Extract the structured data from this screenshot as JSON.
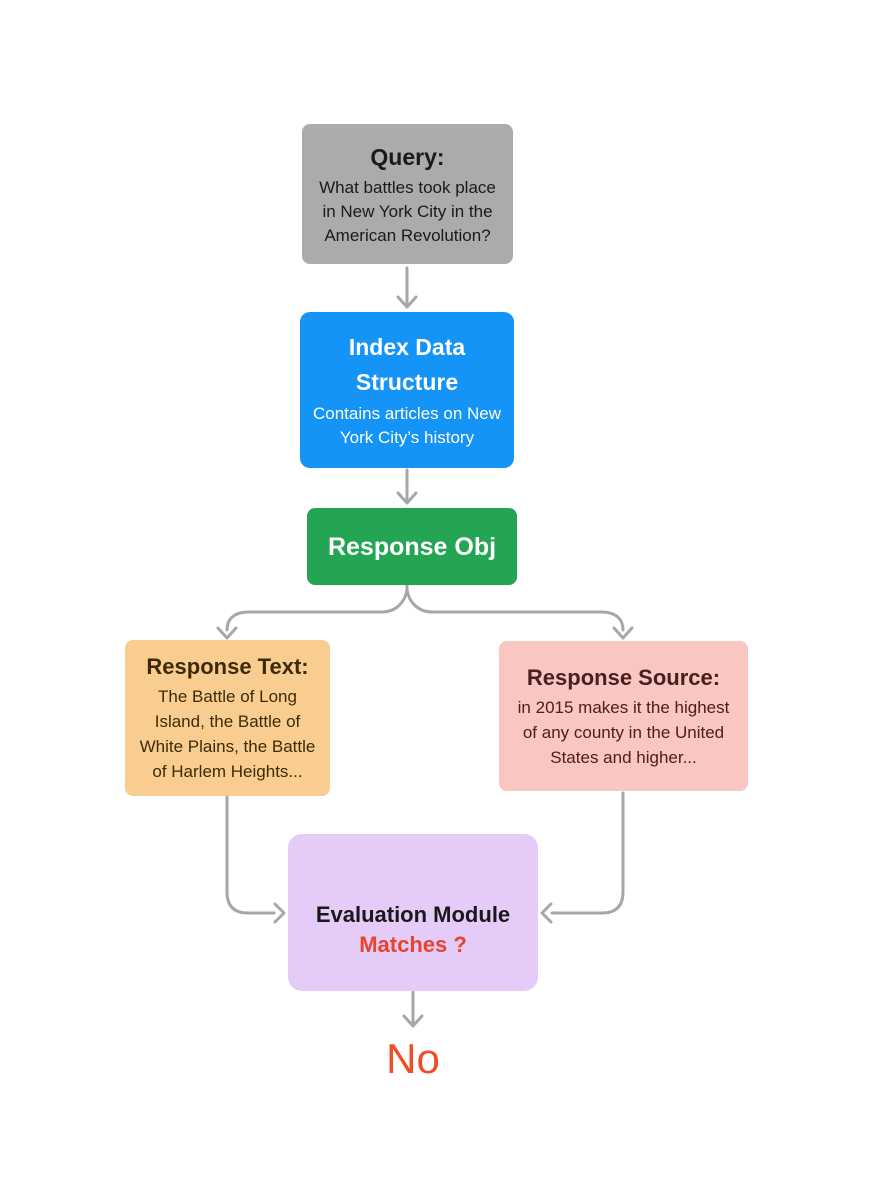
{
  "colors": {
    "background": "#ffffff",
    "arrow": "#a7a7a7"
  },
  "nodes": {
    "query": {
      "title": "Query:",
      "body_lines": [
        "What battles took place",
        "in New York City in the",
        "American Revolution?"
      ],
      "bg": "#ababab",
      "text_color": "#1a1a1a"
    },
    "index_data_structure": {
      "title": "Index Data Structure",
      "body_lines": [
        "Contains articles on New",
        "York City’s history"
      ],
      "bg": "#1394f6",
      "text_color": "#ffffff"
    },
    "response_obj": {
      "title": "Response Obj",
      "bg": "#24a553",
      "text_color": "#ffffff"
    },
    "response_text": {
      "title": "Response Text:",
      "body_lines": [
        "The Battle of Long",
        "Island, the Battle of",
        "White Plains, the Battle",
        "of Harlem Heights..."
      ],
      "bg": "#f9cd90",
      "text_color": "#3c2b08"
    },
    "response_source": {
      "title": "Response Source:",
      "body_lines": [
        "in 2015 makes it the highest",
        "of any county in the United",
        "States and higher..."
      ],
      "bg": "#f9c6c2",
      "text_color": "#49201f"
    },
    "evaluation_module": {
      "title": "Evaluation Module",
      "subtitle": "Matches ?",
      "bg": "#e5cbf7",
      "text_color": "#19191b",
      "subtitle_color": "#e8432b"
    },
    "result": {
      "label": "No",
      "color": "#f04e28"
    }
  }
}
